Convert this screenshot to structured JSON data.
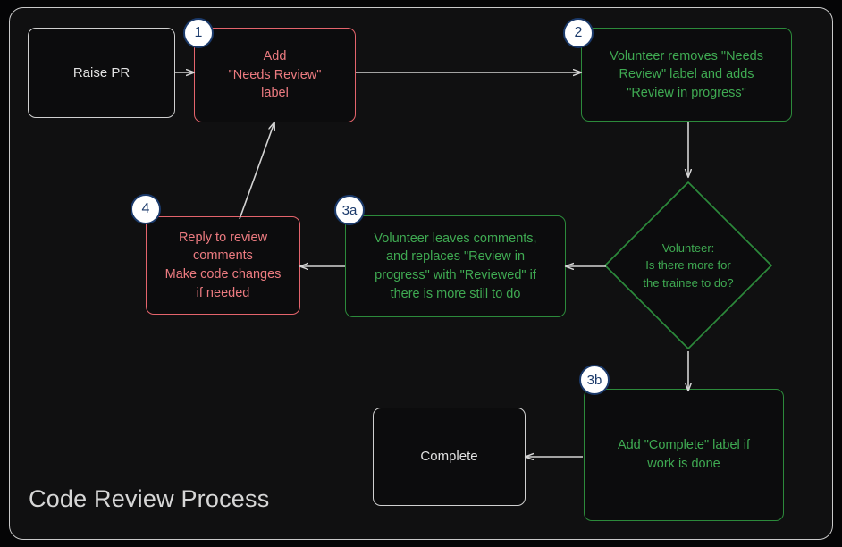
{
  "diagram": {
    "title": "Code Review Process",
    "type": "flowchart",
    "theme": {
      "page_background": "#050506",
      "frame_background": "#101011",
      "frame_border": "#c9c9c9",
      "plain_border": "#d0d0d0",
      "plain_text": "#e2e2e2",
      "red_border": "#e4646c",
      "red_text": "#ec7b80",
      "green_border": "#2c8a3b",
      "green_text": "#3faa52",
      "arrow": "#d4d4d4",
      "badge_fill": "#ffffff",
      "badge_border": "#1b3a6b",
      "badge_text": "#1b3a6b"
    },
    "nodes": [
      {
        "id": "raise-pr",
        "label": "Raise PR",
        "shape": "rounded-rect",
        "style": "plain",
        "badge": null
      },
      {
        "id": "add-needs-review",
        "label": "Add\n\"Needs Review\"\nlabel",
        "shape": "rounded-rect",
        "style": "red",
        "badge": "1"
      },
      {
        "id": "volunteer-removes",
        "label": "Volunteer removes \"Needs\nReview\" label and adds\n\"Review in progress\"",
        "shape": "rounded-rect",
        "style": "green",
        "badge": "2"
      },
      {
        "id": "decision",
        "label": "Volunteer:\nIs there more for\nthe trainee to do?",
        "shape": "diamond",
        "style": "green",
        "badge": null
      },
      {
        "id": "volunteer-comments",
        "label": "Volunteer leaves comments,\nand replaces \"Review in\nprogress\" with \"Reviewed\" if\nthere is more still to do",
        "shape": "rounded-rect",
        "style": "green",
        "badge": "3a"
      },
      {
        "id": "reply-to-review",
        "label": "Reply to review\ncomments\nMake code changes\nif needed",
        "shape": "rounded-rect",
        "style": "red",
        "badge": "4"
      },
      {
        "id": "add-complete-label",
        "label": "Add \"Complete\" label if\nwork is done",
        "shape": "rounded-rect",
        "style": "green",
        "badge": "3b"
      },
      {
        "id": "complete",
        "label": "Complete",
        "shape": "rounded-rect",
        "style": "plain",
        "badge": null
      }
    ],
    "edges": [
      {
        "from": "raise-pr",
        "to": "add-needs-review",
        "label": ""
      },
      {
        "from": "add-needs-review",
        "to": "volunteer-removes",
        "label": ""
      },
      {
        "from": "volunteer-removes",
        "to": "decision",
        "label": ""
      },
      {
        "from": "decision",
        "to": "volunteer-comments",
        "label": ""
      },
      {
        "from": "volunteer-comments",
        "to": "reply-to-review",
        "label": ""
      },
      {
        "from": "reply-to-review",
        "to": "add-needs-review",
        "label": ""
      },
      {
        "from": "decision",
        "to": "add-complete-label",
        "label": ""
      },
      {
        "from": "add-complete-label",
        "to": "complete",
        "label": ""
      }
    ]
  }
}
